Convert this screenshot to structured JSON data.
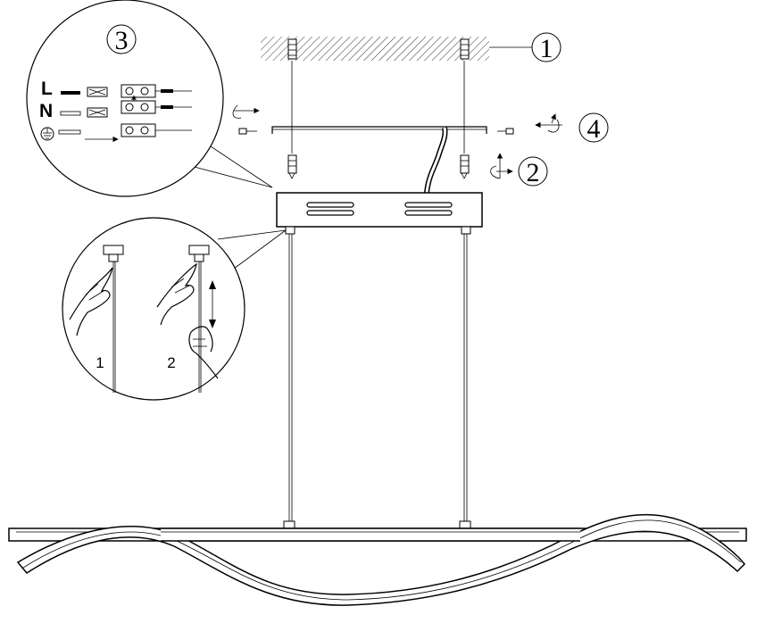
{
  "steps": {
    "step1": "1",
    "step2": "2",
    "step3": "3",
    "step4": "4"
  },
  "wiring": {
    "live": "L",
    "neutral": "N"
  },
  "cable_adjust": {
    "sub1": "1",
    "sub2": "2"
  }
}
